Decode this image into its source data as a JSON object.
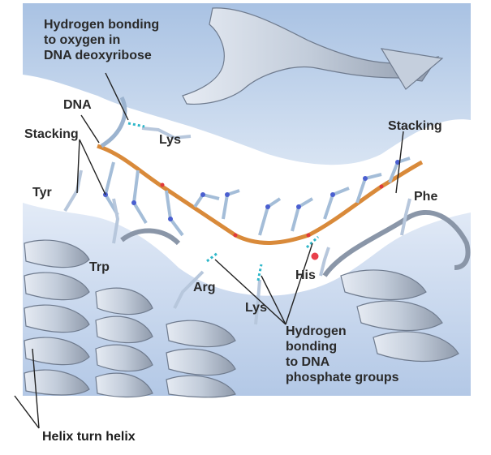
{
  "labels": {
    "hbond_deoxyribose": [
      "Hydrogen bonding",
      "to oxygen in",
      "DNA deoxyribose"
    ],
    "dna": "DNA",
    "stacking_left": "Stacking",
    "stacking_right": "Stacking",
    "lys_top": "Lys",
    "tyr": "Tyr",
    "trp": "Trp",
    "phe": "Phe",
    "arg": "Arg",
    "his": "His",
    "lys_bottom": "Lys",
    "hbond_phosphate": [
      "Hydrogen",
      "bonding",
      "to DNA",
      "phosphate groups"
    ]
  },
  "caption": "Helix turn helix",
  "colors": {
    "protein_surface": "#cfdcef",
    "protein_ribbon": "#c3cede",
    "dna_backbone": "#d98a3a",
    "hbond": "#2fb7c9",
    "nitrogen": "#4a5fd0",
    "oxygen": "#e03a3a"
  }
}
